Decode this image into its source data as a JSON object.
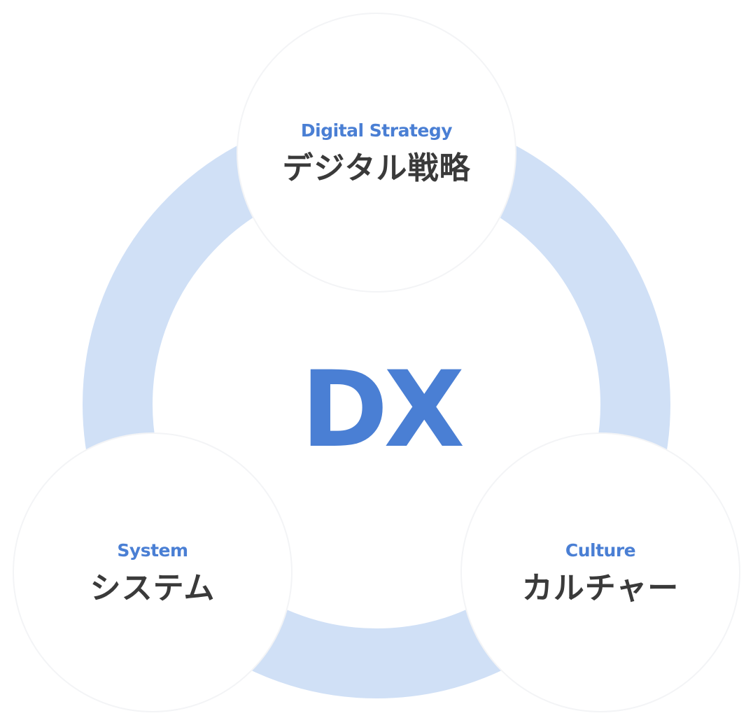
{
  "colors": {
    "ring": "#d0e0f6",
    "accent": "#4a7fd4",
    "text_dark": "#3a3a3a",
    "node_bg": "#ffffff"
  },
  "center": {
    "label": "DX"
  },
  "nodes": [
    {
      "en": "Digital Strategy",
      "jp": "デジタル戦略"
    },
    {
      "en": "System",
      "jp": "システム"
    },
    {
      "en": "Culture",
      "jp": "カルチャー"
    }
  ]
}
